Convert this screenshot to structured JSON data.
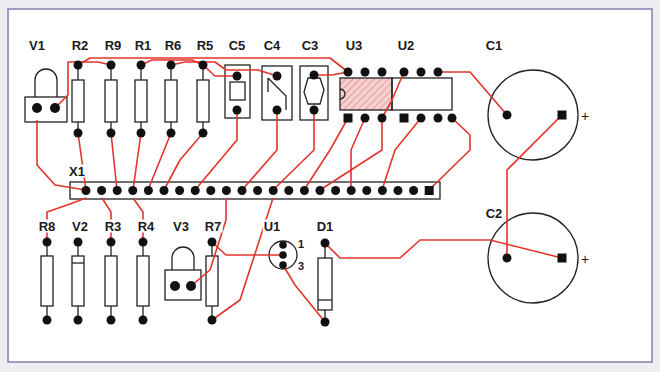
{
  "diagram": {
    "labels": [
      "V1",
      "R2",
      "R9",
      "R1",
      "R6",
      "R5",
      "C5",
      "C4",
      "C3",
      "U3",
      "U2",
      "C1",
      "+",
      "X1",
      "C2",
      "+",
      "R8",
      "V2",
      "R3",
      "R4",
      "V3",
      "R7",
      "U1",
      "1",
      "3",
      "D1"
    ]
  }
}
